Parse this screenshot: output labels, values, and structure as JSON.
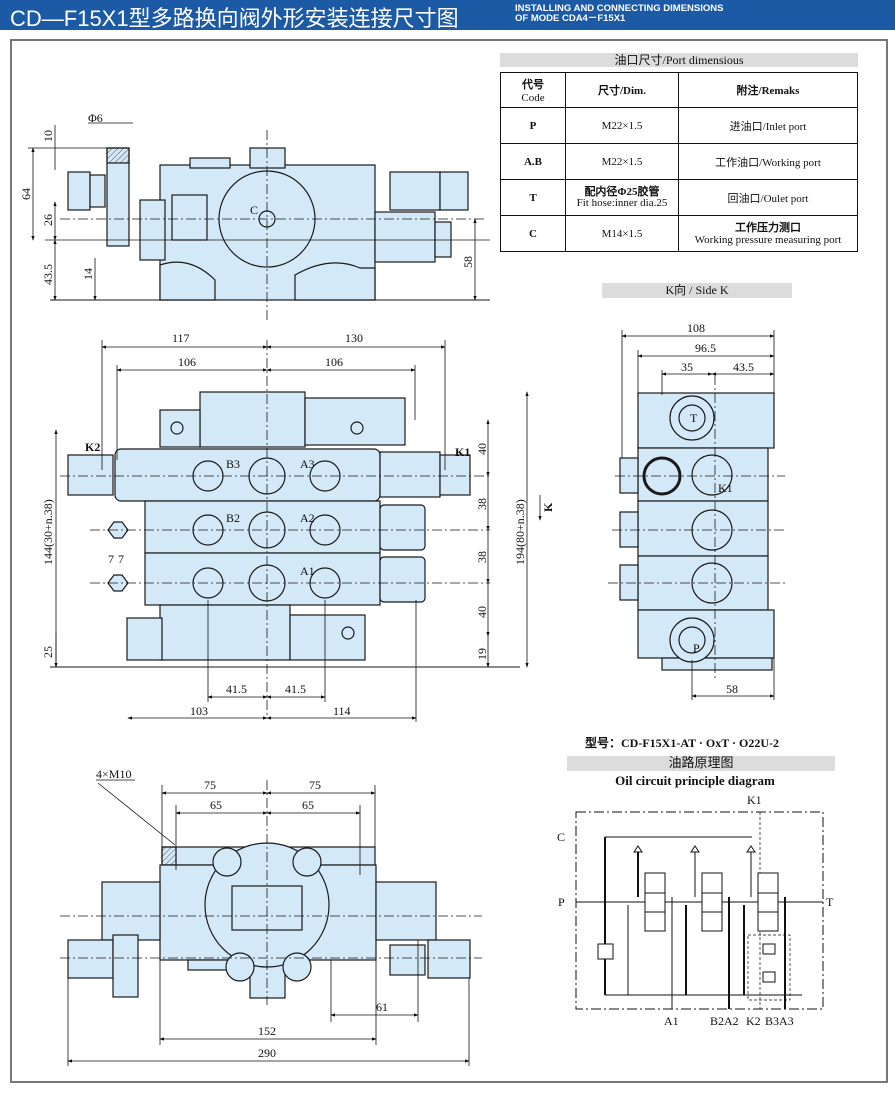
{
  "header": {
    "title_cn": "CD—F15X1型多路换向阀外形安装连接尺寸图",
    "title_en_line1": "INSTALLING AND CONNECTING DIMENSIONS",
    "title_en_line2": "OF MODE CDA4－F15X1",
    "bg_color": "#1c5aa6"
  },
  "colors": {
    "body_fill": "#d4e9f8",
    "line": "#1a1a1a",
    "bar_grey": "#dcdcdc"
  },
  "port_table": {
    "title": "油口尺寸/Port dimensious",
    "headers": {
      "code_cn": "代号",
      "code_en": "Code",
      "dim": "尺寸/Dim.",
      "remarks": "附注/Remaks"
    },
    "rows": [
      {
        "code": "P",
        "dim": "M22×1.5",
        "dim2": "",
        "remark": "进油口/Inlet port",
        "remark2": ""
      },
      {
        "code": "A.B",
        "dim": "M22×1.5",
        "dim2": "",
        "remark": "工作油口/Working port",
        "remark2": ""
      },
      {
        "code": "T",
        "dim": "配内径Φ25胶管",
        "dim2": "Fit hose:inner dia.25",
        "remark": "回油口/Oulet port",
        "remark2": ""
      },
      {
        "code": "C",
        "dim": "M14×1.5",
        "dim2": "",
        "remark": "工作压力测口",
        "remark2": "Working pressure measuring port"
      }
    ]
  },
  "top_view": {
    "dims": {
      "phi6": "Φ6",
      "d10": "10",
      "d64": "64",
      "d26": "26",
      "d43_5": "43.5",
      "d14": "14",
      "d58": "58"
    },
    "labels": {
      "c": "C"
    }
  },
  "front_view": {
    "dims": {
      "d117": "117",
      "d130": "130",
      "d106_left": "106",
      "d106_right": "106",
      "d40_top": "40",
      "d38_a": "38",
      "d38_b": "38",
      "d40_bot": "40",
      "d19": "19",
      "d144": "144(30+n.38)",
      "d194": "194(80+n.38)",
      "d25": "25",
      "d7a": "7",
      "d7b": "7",
      "d41_5_left": "41.5",
      "d41_5_right": "41.5",
      "d103": "103",
      "d114": "114"
    },
    "labels": {
      "k1": "K1",
      "k2": "K2",
      "b3": "B3",
      "a3": "A3",
      "b2": "B2",
      "a2": "A2",
      "a1": "A1",
      "k_arrow": "K"
    }
  },
  "side_view": {
    "title": "K向 / Side K",
    "dims": {
      "d108": "108",
      "d96_5": "96.5",
      "d35": "35",
      "d43_5": "43.5",
      "d58": "58"
    },
    "labels": {
      "t": "T",
      "k1": "K1",
      "p": "P"
    }
  },
  "bottom_view": {
    "dims": {
      "thread": "4×M10",
      "d75_left": "75",
      "d75_right": "75",
      "d65_left": "65",
      "d65_right": "65",
      "d61": "61",
      "d152": "152",
      "d290": "290"
    }
  },
  "circuit": {
    "model_label": "型号：CD-F15X1-AT · OxT · O22U-2",
    "title_cn": "油路原理图",
    "title_en": "Oil circuit principle diagram",
    "ports": {
      "k1": "K1",
      "c": "C",
      "p": "P",
      "t": "T",
      "a1": "A1",
      "b2a2": "B2A2",
      "k2": "K2",
      "b3a3": "B3A3"
    }
  }
}
